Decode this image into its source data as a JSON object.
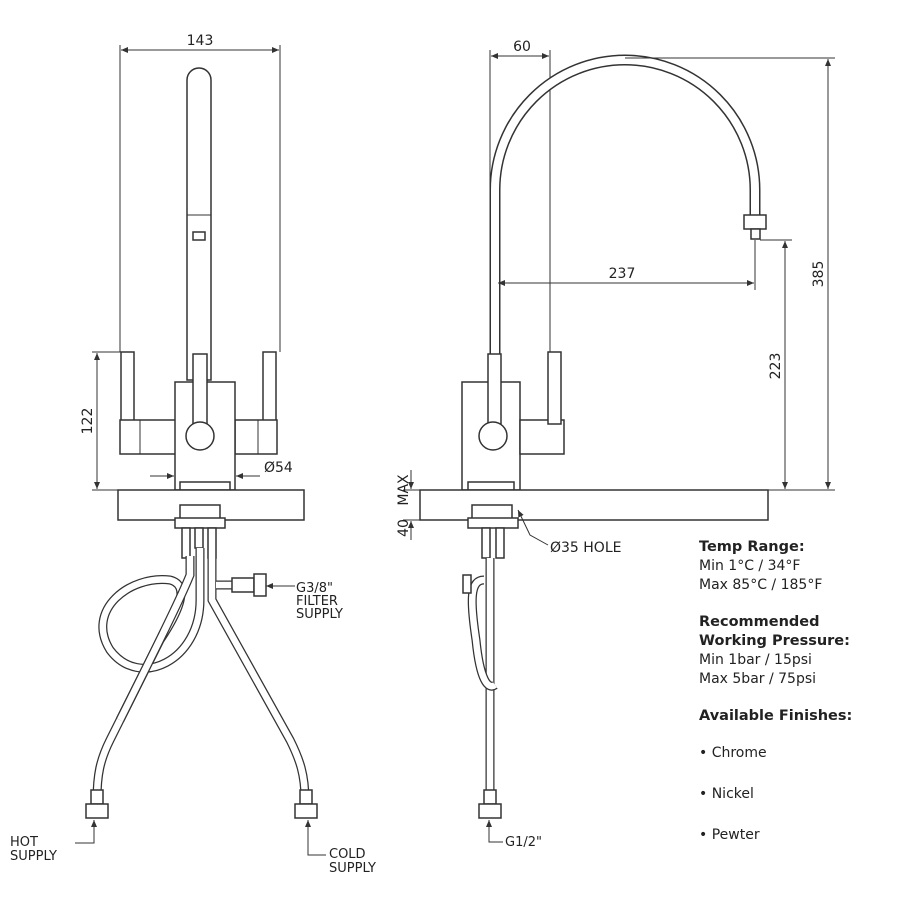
{
  "front_view": {
    "dim_width": "143",
    "dim_lever_height": "122",
    "dim_body_dia": "Ø54",
    "label_filter_supply": [
      "G3/8\"",
      "FILTER",
      "SUPPLY"
    ],
    "label_hot_supply": [
      "HOT",
      "SUPPLY"
    ],
    "label_cold_supply": [
      "COLD",
      "SUPPLY"
    ]
  },
  "side_view": {
    "dim_offset": "60",
    "dim_reach": "237",
    "dim_total_height": "385",
    "dim_spout_clearance": "223",
    "dim_max_thickness_max": "MAX",
    "dim_max_thickness_value": "40",
    "label_hole": "Ø35 HOLE",
    "label_inlet": "G1/2\""
  },
  "specs": {
    "temp_heading": "Temp Range:",
    "temp_min": "Min 1°C / 34°F",
    "temp_max": "Max 85°C / 185°F",
    "pressure_heading_1": "Recommended",
    "pressure_heading_2": "Working Pressure:",
    "pressure_min": "Min 1bar / 15psi",
    "pressure_max": "Max 5bar / 75psi",
    "finishes_heading": "Available Finishes:",
    "finishes": [
      "• Chrome",
      "• Nickel",
      "• Pewter"
    ]
  }
}
